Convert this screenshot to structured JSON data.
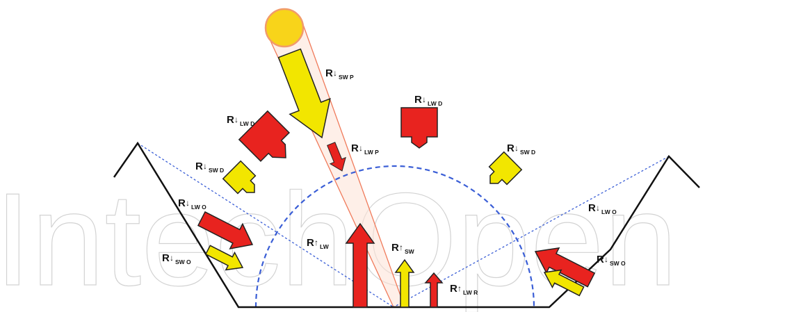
{
  "watermark": "IntechOpen",
  "labels": {
    "swp_down": {
      "main": "R",
      "arrow": "↓",
      "sub": "SW P"
    },
    "lwd_down_top_left": {
      "main": "R",
      "arrow": "↓",
      "sub": "LW D"
    },
    "lwp_down": {
      "main": "R",
      "arrow": "↓",
      "sub": "LW P"
    },
    "lwd_down_top_right": {
      "main": "R",
      "arrow": "↓",
      "sub": "LW D"
    },
    "swd_down_left": {
      "main": "R",
      "arrow": "↓",
      "sub": "SW D"
    },
    "swd_down_right": {
      "main": "R",
      "arrow": "↓",
      "sub": "SW D"
    },
    "lwo_down_left": {
      "main": "R",
      "arrow": "↓",
      "sub": "LW O"
    },
    "swo_down_left": {
      "main": "R",
      "arrow": "↓",
      "sub": "SW O"
    },
    "lw_up": {
      "main": "R",
      "arrow": "↑",
      "sub": "LW"
    },
    "sw_up": {
      "main": "R",
      "arrow": "↑",
      "sub": "SW"
    },
    "lwr_up": {
      "main": "R",
      "arrow": "↑",
      "sub": "LW R"
    },
    "lwo_down_right": {
      "main": "R",
      "arrow": "↓",
      "sub": "LW O"
    },
    "swo_down_right": {
      "main": "R",
      "arrow": "↓",
      "sub": "SW O"
    }
  },
  "colors": {
    "longwave": "#e8231f",
    "shortwave": "#f2e600",
    "sun": "#f8d41a",
    "sun_outline": "#f19b6b",
    "sky_dome": "#3a5ed6",
    "beam": "#f07a5a",
    "terrain": "#111111"
  }
}
